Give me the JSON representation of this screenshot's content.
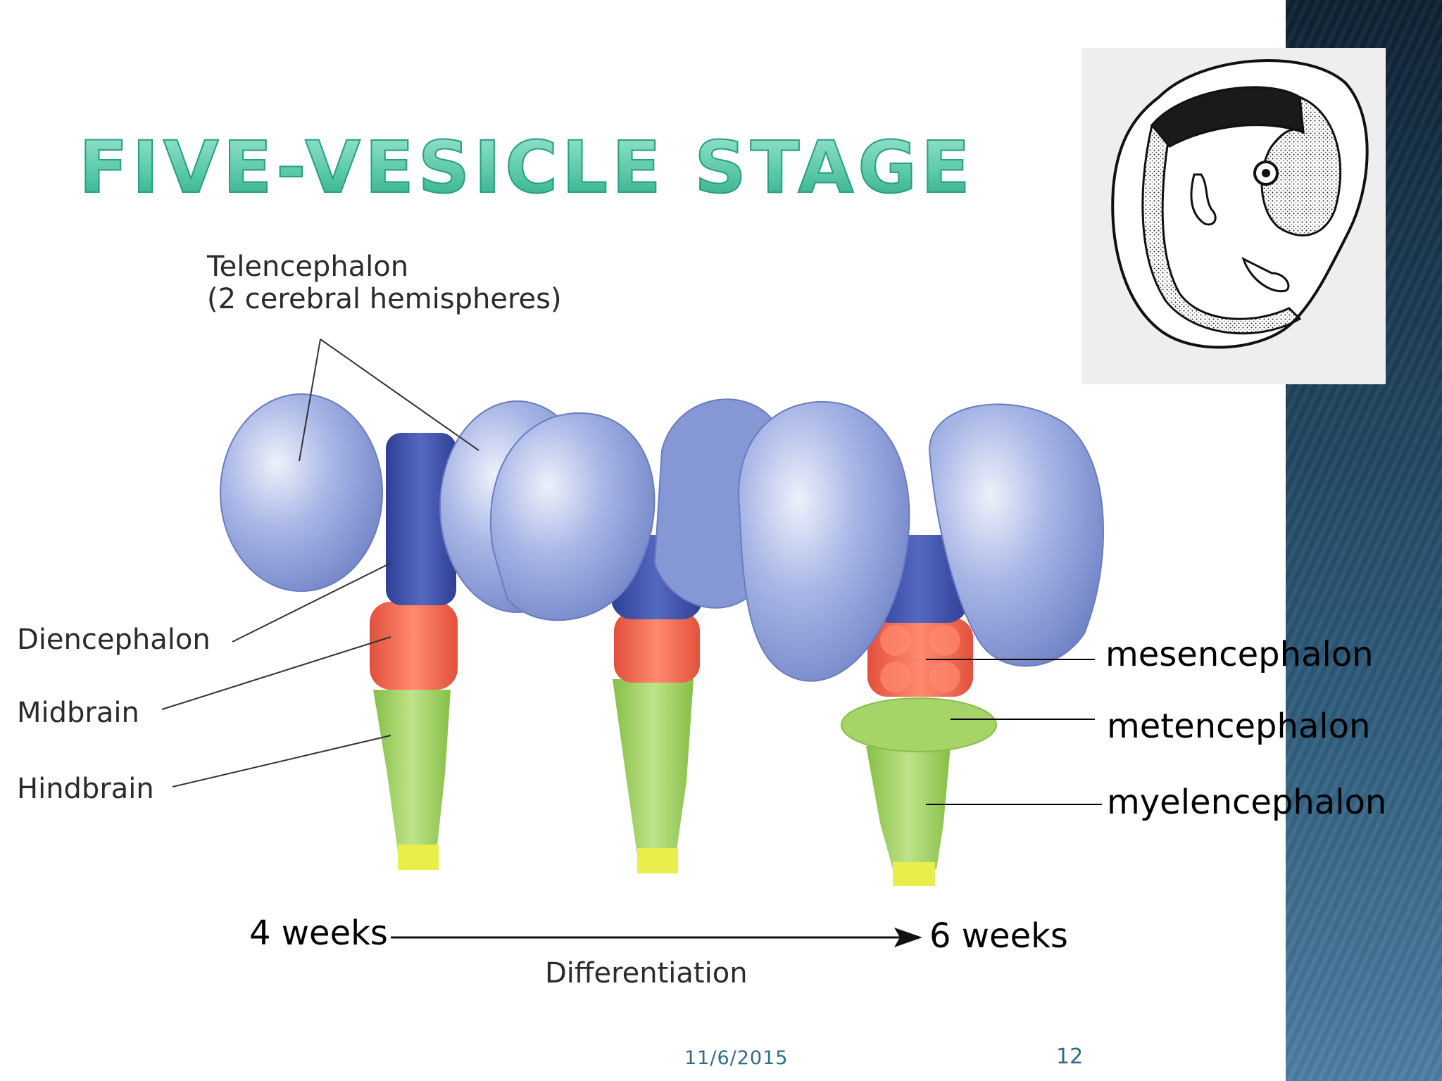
{
  "slide": {
    "title": "Five-Vesicle Stage",
    "date": "11/6/2015",
    "page_number": "12"
  },
  "diagram": {
    "left_labels": {
      "telencephalon": "Telencephalon",
      "telencephalon_note": "(2 cerebral hemispheres)",
      "diencephalon": "Diencephalon",
      "midbrain": "Midbrain",
      "hindbrain": "Hindbrain"
    },
    "right_labels": {
      "mesencephalon": "mesencephalon",
      "metencephalon": "metencephalon",
      "myelencephalon": "myelencephalon"
    },
    "timeline": {
      "start": "4 weeks",
      "end": "6 weeks",
      "caption": "Differentiation"
    },
    "colors": {
      "telencephalon": "#8e9fd6",
      "diencephalon": "#3f52a8",
      "midbrain": "#f2664d",
      "hindbrain": "#9ccf5a",
      "spinal": "#e9ef4a",
      "side_bar": "#2f5c7d",
      "title": "#5cc9a9"
    }
  }
}
